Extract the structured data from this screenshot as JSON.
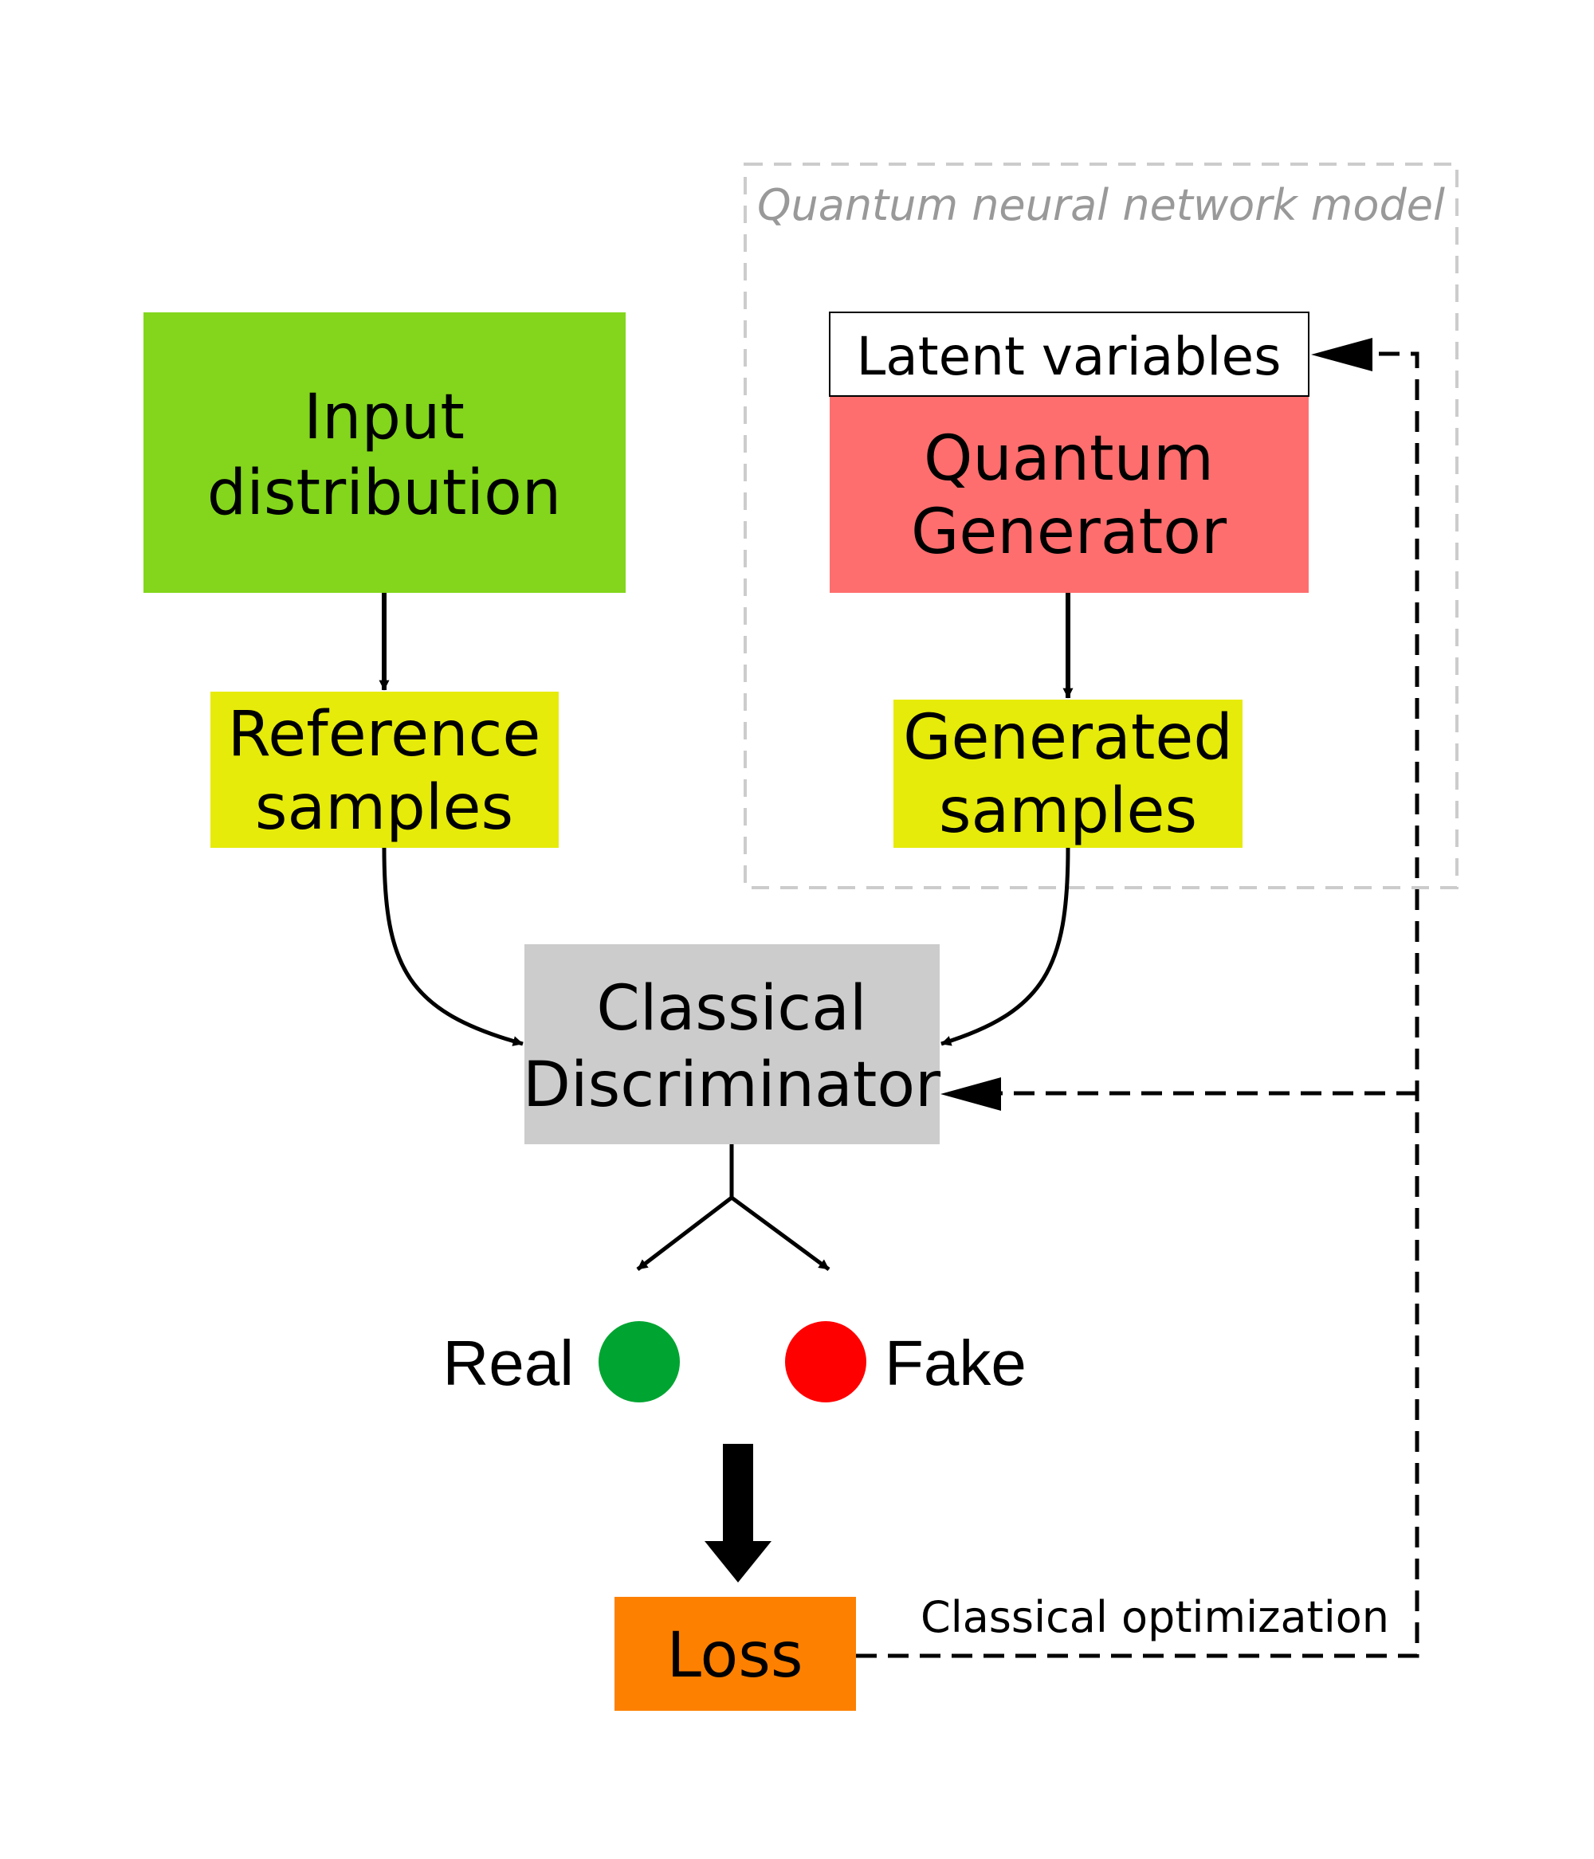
{
  "diagram": {
    "group": {
      "label": "Quantum neural network model",
      "border_color": "#cccccc",
      "label_color": "#999999"
    },
    "nodes": {
      "input_distribution": {
        "line1": "Input",
        "line2": "distribution",
        "fill": "#83d61c"
      },
      "latent_variables": {
        "label": "Latent variables",
        "fill": "#ffffff"
      },
      "quantum_generator": {
        "line1": "Quantum",
        "line2": "Generator",
        "fill": "#ff6e6e"
      },
      "reference_samples": {
        "line1": "Reference",
        "line2": "samples",
        "fill": "#e6eb0a"
      },
      "generated_samples": {
        "line1": "Generated",
        "line2": "samples",
        "fill": "#e6eb0a"
      },
      "classical_discriminator": {
        "line1": "Classical",
        "line2": "Discriminator",
        "fill": "#cccccc"
      },
      "loss": {
        "label": "Loss",
        "fill": "#fd8000"
      }
    },
    "outputs": {
      "real": {
        "label": "Real",
        "color": "#00a431"
      },
      "fake": {
        "label": "Fake",
        "color": "#ff0000"
      }
    },
    "feedback": {
      "label": "Classical optimization"
    }
  }
}
